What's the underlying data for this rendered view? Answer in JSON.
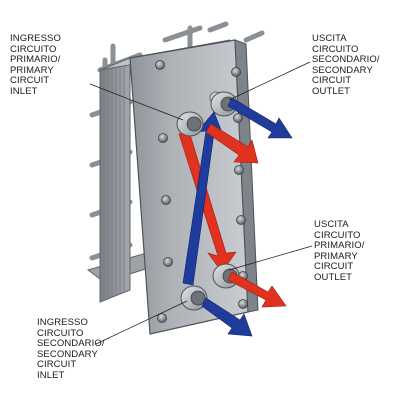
{
  "labels": {
    "primary_inlet": [
      "INGRESSO",
      "CIRCUITO",
      "PRIMARIO/",
      "PRIMARY",
      "CIRCUIT",
      "INLET"
    ],
    "secondary_outlet": [
      "USCITA",
      "CIRCUITO",
      "SECONDARIO/",
      "SECONDARY",
      "CIRCUIT",
      "OUTLET"
    ],
    "primary_outlet": [
      "USCITA",
      "CIRCUITO",
      "PRIMARIO/",
      "PRIMARY",
      "CIRCUIT",
      "OUTLET"
    ],
    "secondary_inlet": [
      "INGRESSO",
      "CIRCUITO",
      "SECONDARIO/",
      "SECONDARY",
      "CIRCUIT",
      "INLET"
    ]
  },
  "colors": {
    "primary_flow": "#e0321e",
    "secondary_flow": "#1f3c9c",
    "frame": "#9aa0a6",
    "plates": "#b8bcc1"
  }
}
